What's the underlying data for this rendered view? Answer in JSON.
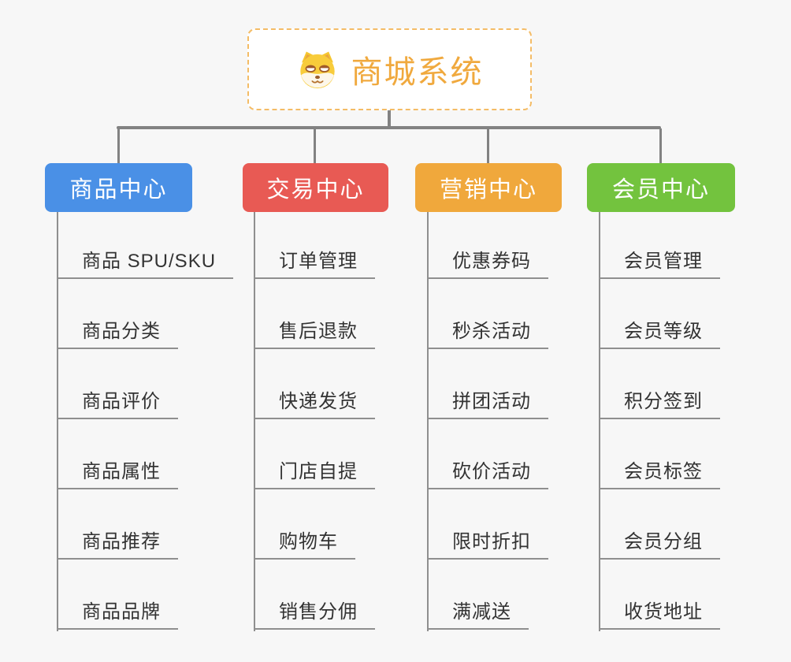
{
  "root": {
    "title": "商城系统",
    "icon": "dog-icon",
    "title_color": "#F0A93E",
    "border_color": "#F4BC66"
  },
  "connector_color": "#828282",
  "background_color": "#f7f7f7",
  "branches": [
    {
      "label": "商品中心",
      "color": "#4A90E6",
      "items": [
        "商品 SPU/SKU",
        "商品分类",
        "商品评价",
        "商品属性",
        "商品推荐",
        "商品品牌"
      ]
    },
    {
      "label": "交易中心",
      "color": "#E85A54",
      "items": [
        "订单管理",
        "售后退款",
        "快递发货",
        "门店自提",
        "购物车",
        "销售分佣"
      ]
    },
    {
      "label": "营销中心",
      "color": "#F0A83C",
      "items": [
        "优惠券码",
        "秒杀活动",
        "拼团活动",
        "砍价活动",
        "限时折扣",
        "满减送"
      ]
    },
    {
      "label": "会员中心",
      "color": "#73C33E",
      "items": [
        "会员管理",
        "会员等级",
        "积分签到",
        "会员标签",
        "会员分组",
        "收货地址"
      ]
    }
  ]
}
